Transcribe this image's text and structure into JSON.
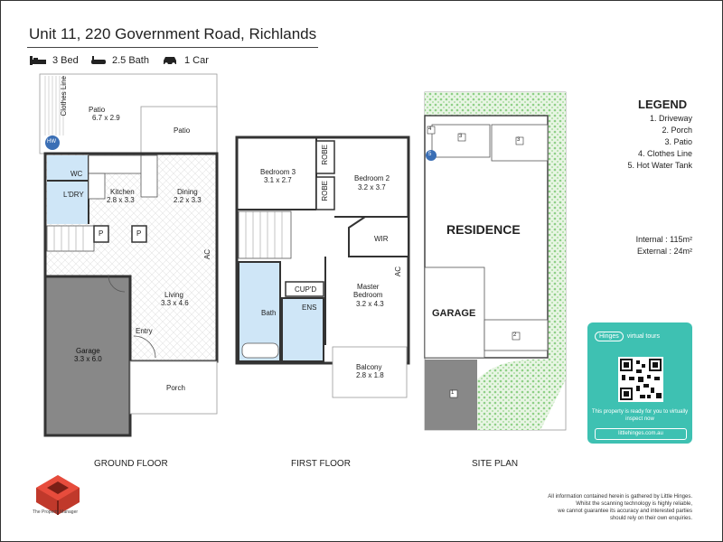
{
  "header": {
    "title": "Unit 11, 220 Government Road, Richlands",
    "beds": "3 Bed",
    "baths": "2.5 Bath",
    "cars": "1 Car"
  },
  "ground_floor": {
    "label": "GROUND FLOOR",
    "clothes_line": "Clothes Line",
    "patio_main": "Patio",
    "patio_main_dim": "6.7 x 2.9",
    "patio_side": "Patio",
    "hw": "HW",
    "wc": "WC",
    "ldry": "L'DRY",
    "kitchen": "Kitchen",
    "kitchen_dim": "2.8 x 3.3",
    "dining": "Dining",
    "dining_dim": "2.2 x 3.3",
    "pantry1": "P",
    "pantry2": "P",
    "ac": "AC",
    "living": "Living",
    "living_dim": "3.3 x 4.6",
    "garage": "Garage",
    "garage_dim": "3.3 x 6.0",
    "entry": "Entry",
    "porch": "Porch"
  },
  "first_floor": {
    "label": "FIRST FLOOR",
    "bed3": "Bedroom 3",
    "bed3_dim": "3.1 x 2.7",
    "robe1": "ROBE",
    "robe2": "ROBE",
    "bed2": "Bedroom 2",
    "bed2_dim": "3.2 x 3.7",
    "wir": "WIR",
    "cupd": "CUP'D",
    "bath": "Bath",
    "ens": "ENS",
    "master": "Master",
    "master2": "Bedroom",
    "master_dim": "3.2 x 4.3",
    "ac": "AC",
    "balcony": "Balcony",
    "balcony_dim": "2.8 x 1.8"
  },
  "site_plan": {
    "label": "SITE PLAN",
    "residence": "RESIDENCE",
    "garage": "GARAGE",
    "markers": [
      "1",
      "2",
      "3",
      "3",
      "4",
      "5"
    ]
  },
  "legend": {
    "title": "LEGEND",
    "items": [
      "1. Driveway",
      "2. Porch",
      "3. Patio",
      "4. Clothes Line",
      "5. Hot Water Tank"
    ]
  },
  "areas": {
    "internal": "Internal  : 115m²",
    "external": "External  :  24m²"
  },
  "virtual_card": {
    "brand": "Hinges",
    "brand_sub": "virtual tours",
    "message": "This property is ready for you to virtually inspect now",
    "url": "littlehinges.com.au"
  },
  "disclaimer": [
    "All information contained herein is gathered by Little Hinges.",
    "Whilst the scanning technology is highly reliable,",
    "we cannot guarantee its accuracy and interested parties",
    "should rely on their own enquiries."
  ],
  "brand": "The Property Manager",
  "colors": {
    "wet_area": "#cfe6f7",
    "garage": "#888888",
    "green": "#c6e6c0",
    "card": "#3ec1b2",
    "wall": "#333333"
  }
}
